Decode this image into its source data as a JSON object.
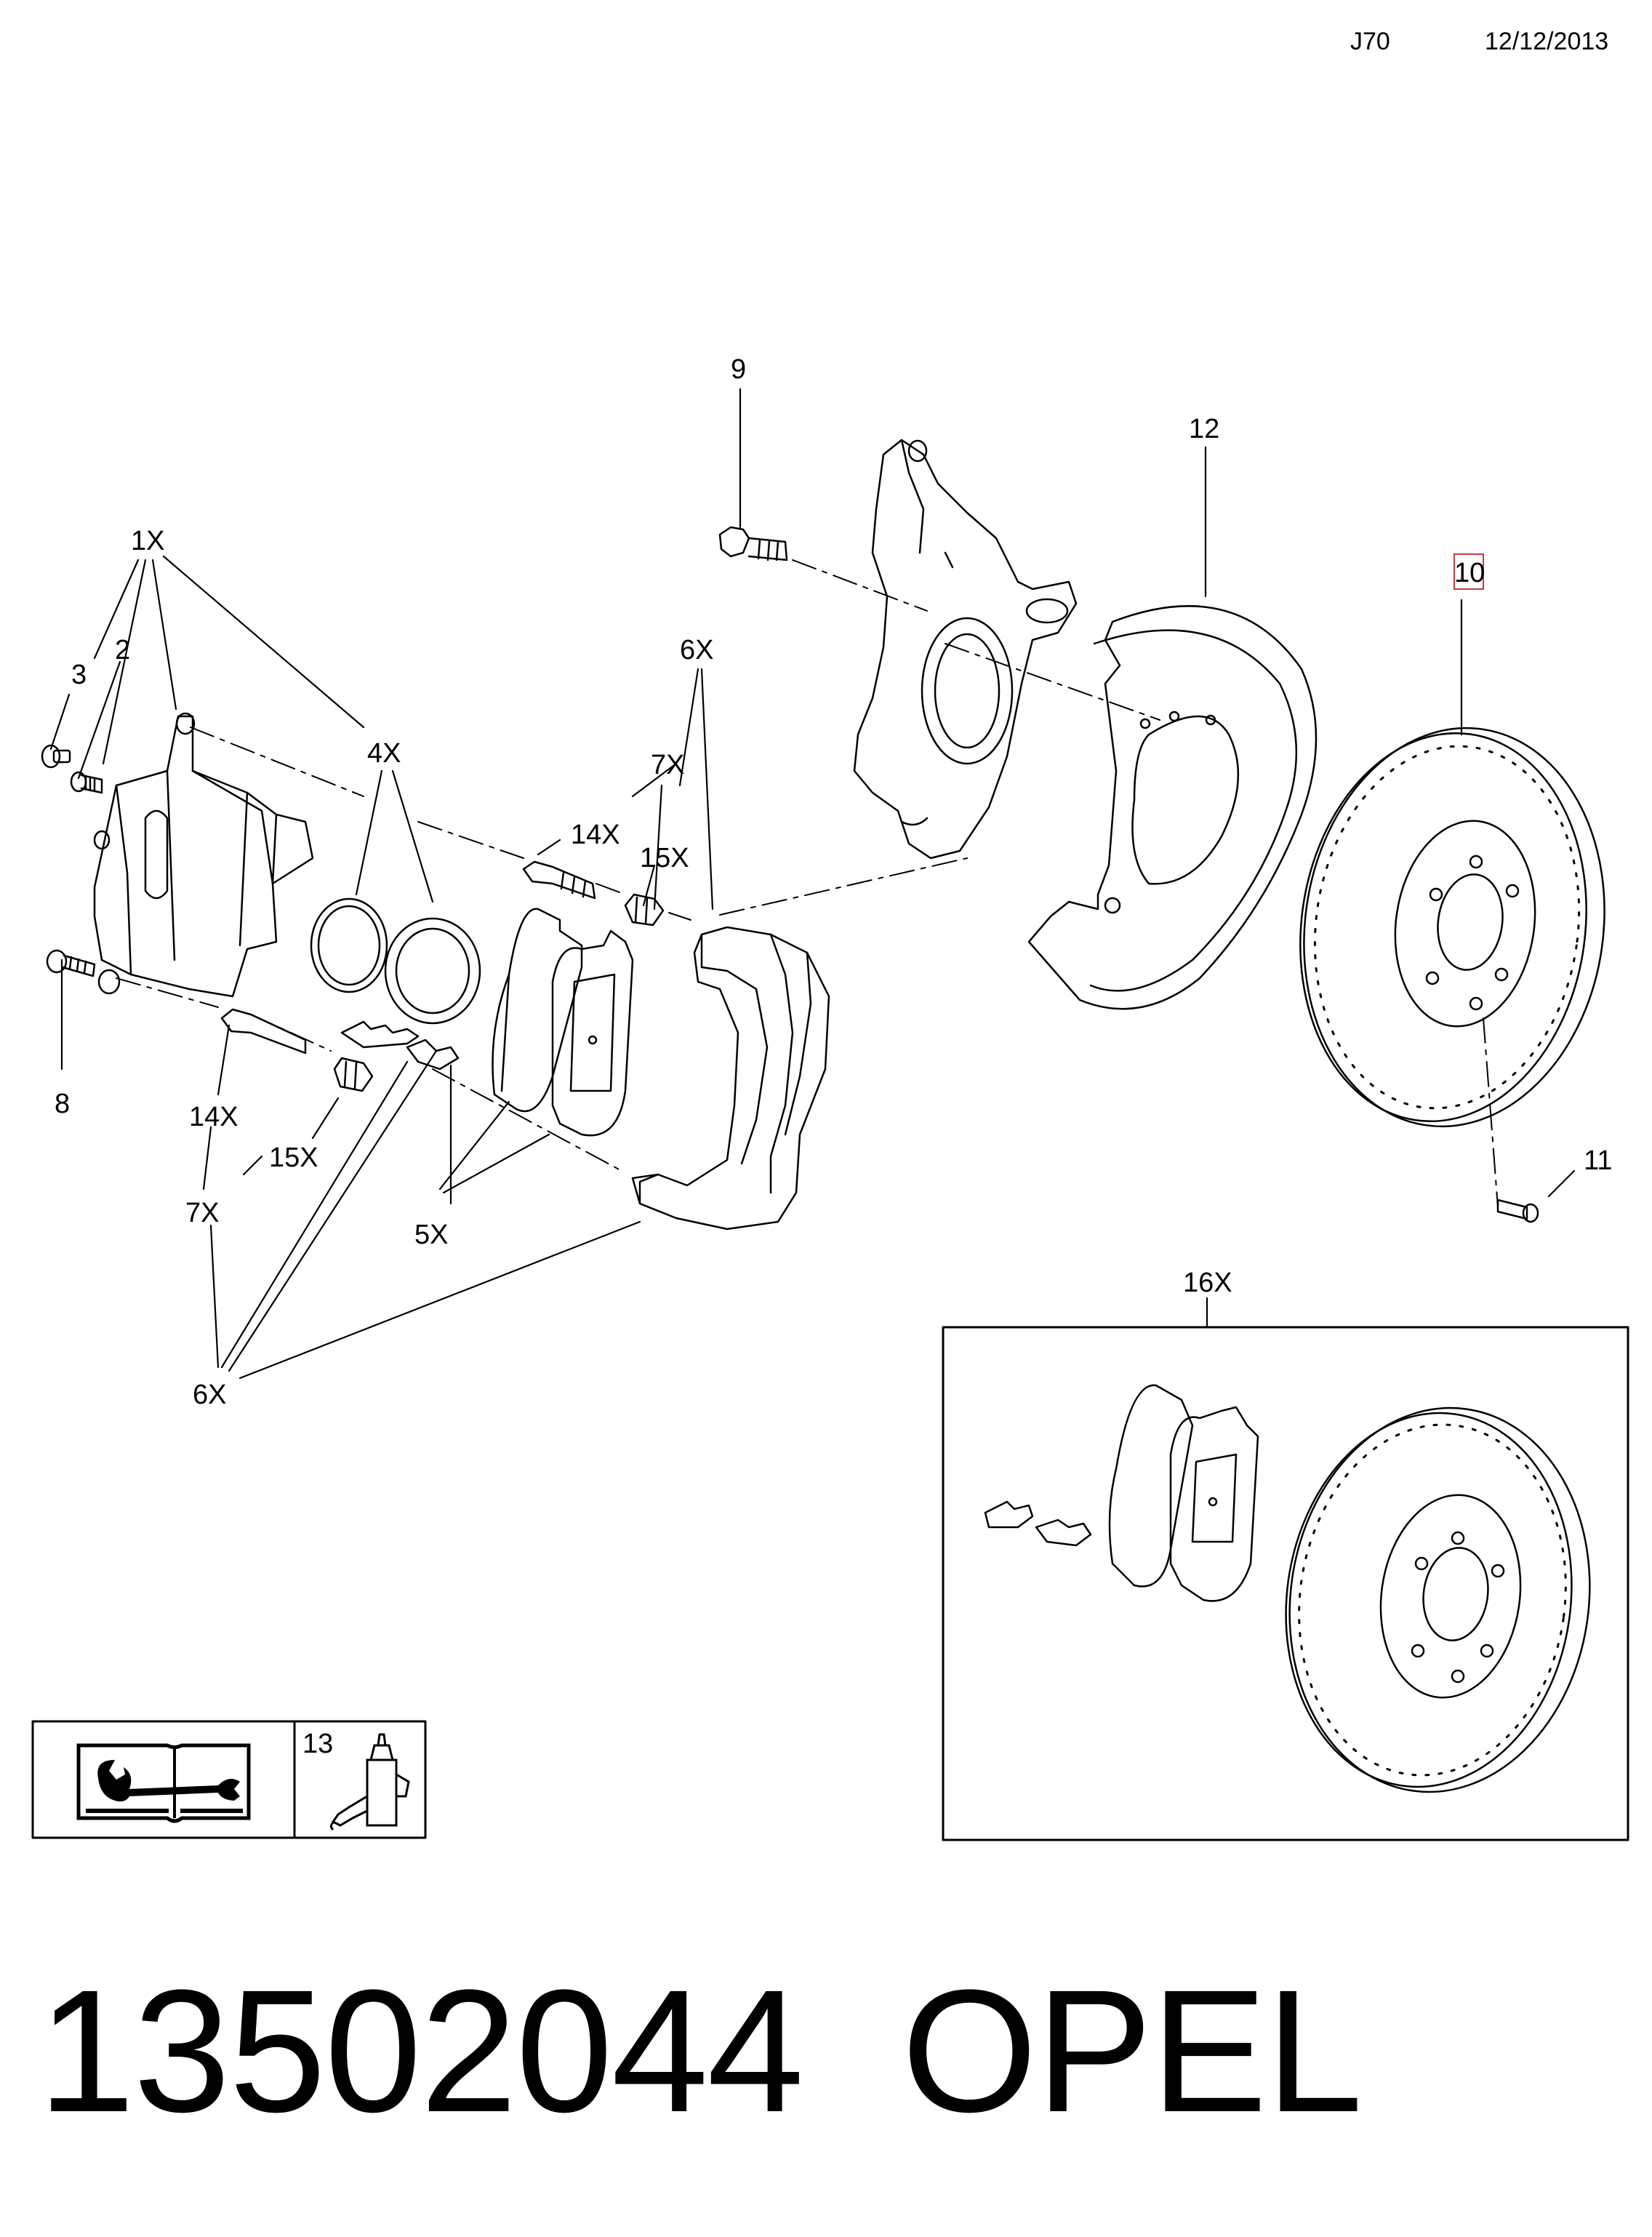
{
  "header": {
    "code": "J70",
    "date": "12/12/2013"
  },
  "callouts": {
    "c1x": "1X",
    "c2": "2",
    "c3": "3",
    "c4x": "4X",
    "c5x": "5X",
    "c6x_top": "6X",
    "c6x_bottom": "6X",
    "c7x_top": "7X",
    "c7x_left": "7X",
    "c8": "8",
    "c9": "9",
    "c10": "10",
    "c11": "11",
    "c12": "12",
    "c13": "13",
    "c14x_top": "14X",
    "c14x_left": "14X",
    "c15x_top": "15X",
    "c15x_left": "15X",
    "c16x": "16X"
  },
  "highlighted_callout": "10",
  "highlight_color": "#c23b3b",
  "icons": [
    "service-manual-icon",
    "adhesive-bottle-icon"
  ],
  "footer": {
    "part_number": "13502044",
    "brand": "OPEL"
  }
}
